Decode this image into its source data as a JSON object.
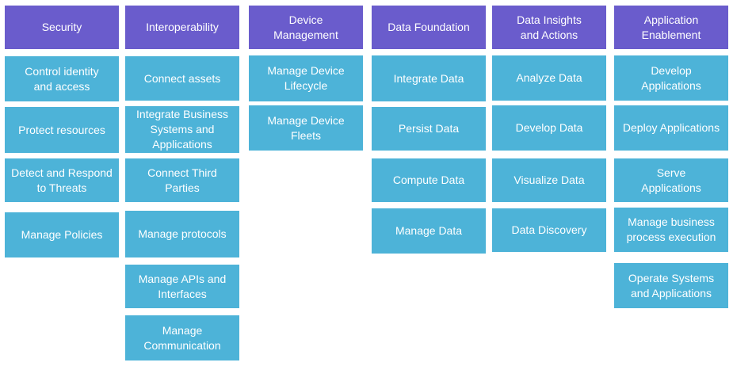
{
  "colors": {
    "header_bg": "#6a5ccc",
    "cell_bg": "#4db3d8",
    "text": "#ffffff",
    "page_bg": "#ffffff"
  },
  "columns": [
    {
      "title": "Security",
      "cells": [
        "Control identity\nand access",
        "Protect resources",
        "Detect and Respond\nto Threats",
        "Manage Policies"
      ]
    },
    {
      "title": "Interoperability",
      "cells": [
        "Connect assets",
        "Integrate Business\nSystems and\nApplications",
        "Connect Third\nParties",
        "Manage protocols",
        "Manage APIs and\nInterfaces",
        "Manage\nCommunication"
      ]
    },
    {
      "title": "Device\nManagement",
      "cells": [
        "Manage Device\nLifecycle",
        "Manage Device\nFleets"
      ]
    },
    {
      "title": "Data Foundation",
      "cells": [
        "Integrate Data",
        "Persist Data",
        "Compute Data",
        "Manage Data"
      ]
    },
    {
      "title": "Data Insights\nand Actions",
      "cells": [
        "Analyze Data",
        "Develop Data",
        "Visualize Data",
        "Data Discovery"
      ]
    },
    {
      "title": "Application\nEnablement",
      "cells": [
        "Develop\nApplications",
        "Deploy Applications",
        "Serve\nApplications",
        "Manage business\nprocess execution",
        "Operate Systems\nand Applications"
      ]
    }
  ]
}
